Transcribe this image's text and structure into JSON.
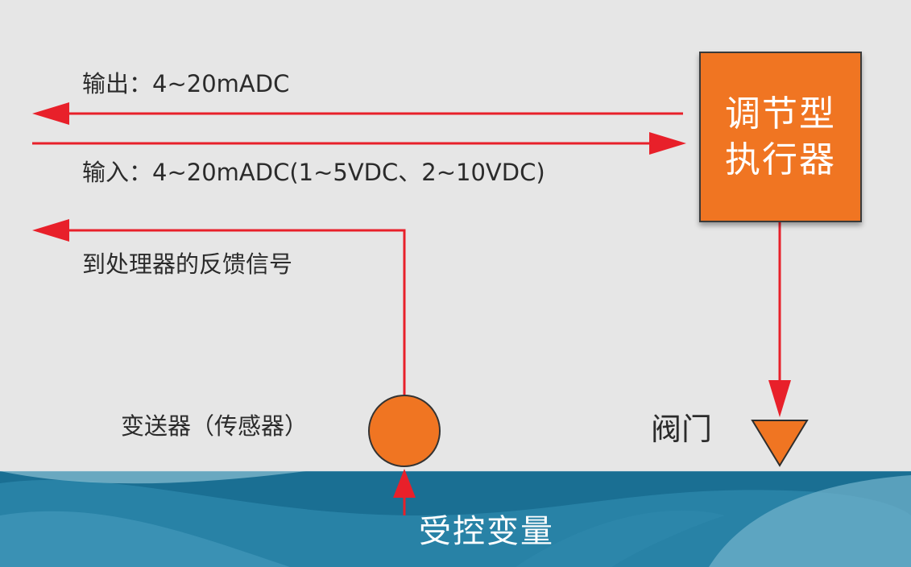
{
  "colors": {
    "background": "#e6e6e6",
    "signal_arrow": "#e8202a",
    "accent_orange": "#f07522",
    "water_dark": "#1a6f93",
    "water_light": "#6fb0c9"
  },
  "labels": {
    "output": "输出：4~20mADC",
    "input": "输入：4~20mADC(1~5VDC、2~10VDC)",
    "feedback": "到处理器的反馈信号",
    "transmitter": "变送器（传感器）",
    "valve": "阀门",
    "controlled_variable": "受控变量"
  },
  "actuator": {
    "line1": "调节型",
    "line2": "执行器"
  },
  "icons": {
    "valve": "triangle-down-icon",
    "sensor": "circle-icon"
  }
}
